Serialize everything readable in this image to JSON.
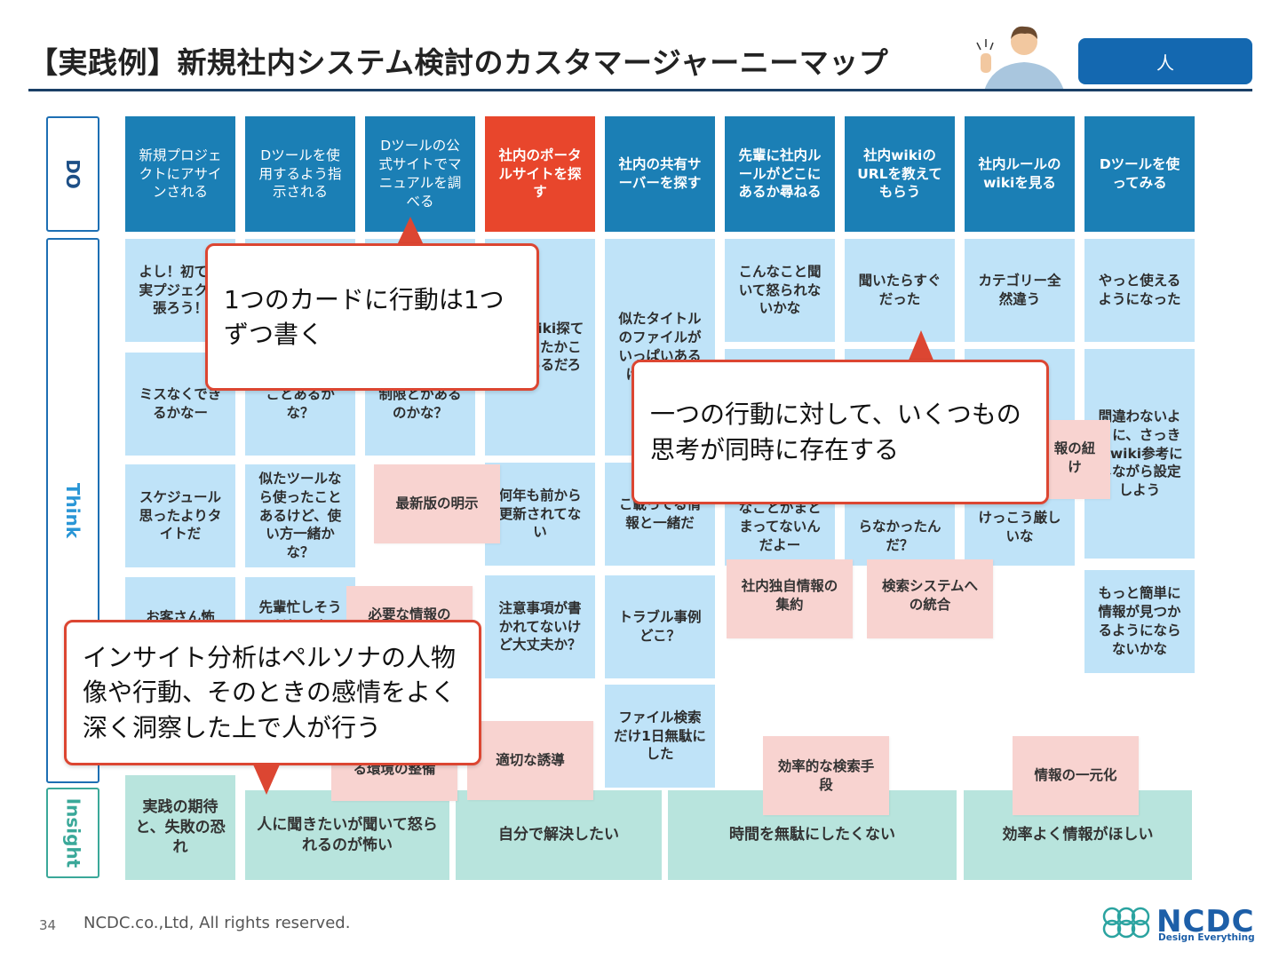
{
  "title": "【実践例】新規社内システム検討のカスタマージャーニーマップ",
  "persona_tag": "人",
  "row_labels": {
    "do": "DO",
    "think": "Think",
    "insight": "Insight"
  },
  "do_cards": [
    "新規プロジェクトにアサインされる",
    "Dツールを使用するよう指示される",
    "Dツールの公式サイトでマニュアルを調べる",
    "社内のポータルサイトを探す",
    "社内の共有サーバーを探す",
    "先輩に社内ルールがどこにあるか尋ねる",
    "社内wikiのURLを教えてもらう",
    "社内ルールのwikiを見る",
    "Dツールを使ってみる"
  ],
  "think_cards": {
    "c1": [
      "よし！初ての実プジェクト張ろう！",
      "ミスなくできるかなー",
      "スケジュール思ったよりタイトだ",
      "お客さん怖"
    ],
    "c2": [
      "ことあるかな？",
      "似たツールなら使ったことあるけど、使い方一緒かな？",
      "先輩忙しそうだし、ま"
    ],
    "c3": [
      "制限とかあるのかな？"
    ],
    "c4": [
      "たら社iki探て先輩てたかここにあるだろ",
      "何年も前から更新されてない",
      "注意事項が書かれてないけど大丈夫か？"
    ],
    "c5": [
      "似たタイトルのファイルがいっぱいあるけど、開内",
      "こ載ってる情報と一緒だ",
      "トラブル事例どこ？",
      "ファイル検索だけ1日無駄にした"
    ],
    "c6": [
      "こんなこと聞いて怒られないかな",
      "なことがまとまってないんだよー"
    ],
    "c7": [
      "聞いたらすぐだった",
      "らなかったんだ？"
    ],
    "c8": [
      "カテゴリー全然違う",
      "けっこう厳しいな"
    ],
    "c9": [
      "やっと使えるようになった",
      "間違わないように、さっきのwiki参考にしながら設定しよう",
      "もっと簡単に情報が見つかるようにならないかな"
    ]
  },
  "stickies": [
    "最新版の明示",
    "必要な情報の",
    "社内独自情報の集約",
    "検索システムへの統合",
    "報の紐け",
    "る環境の整備",
    "適切な誘導",
    "効率的な検索手段",
    "情報の一元化"
  ],
  "insights": [
    "実践の期待と、失敗の恐れ",
    "人に聞きたいが聞いて怒られるのが怖い",
    "自分で解決したい",
    "時間を無駄にしたくない",
    "効率よく情報がほしい"
  ],
  "callouts": {
    "one_action": "1つのカードに行動は1つずつ書く",
    "multi_thoughts": "一つの行動に対して、いくつもの思考が同時に存在する",
    "insight_analysis": "インサイト分析はペルソナの人物像や行動、そのときの感情をよく深く洞察した上で人が行う"
  },
  "footer": {
    "page": "34",
    "copyright": "NCDC.co.,Ltd, All rights reserved.",
    "logo": "NCDC",
    "logo_sub": "Design Everything"
  },
  "colors": {
    "do": "#1b7fb5",
    "do_highlight": "#e8462c",
    "think": "#bfe3f8",
    "sticky": "#f8d3d0",
    "insight": "#b8e4dd",
    "callout_border": "#dc4632",
    "brand": "#1d5fa8"
  }
}
